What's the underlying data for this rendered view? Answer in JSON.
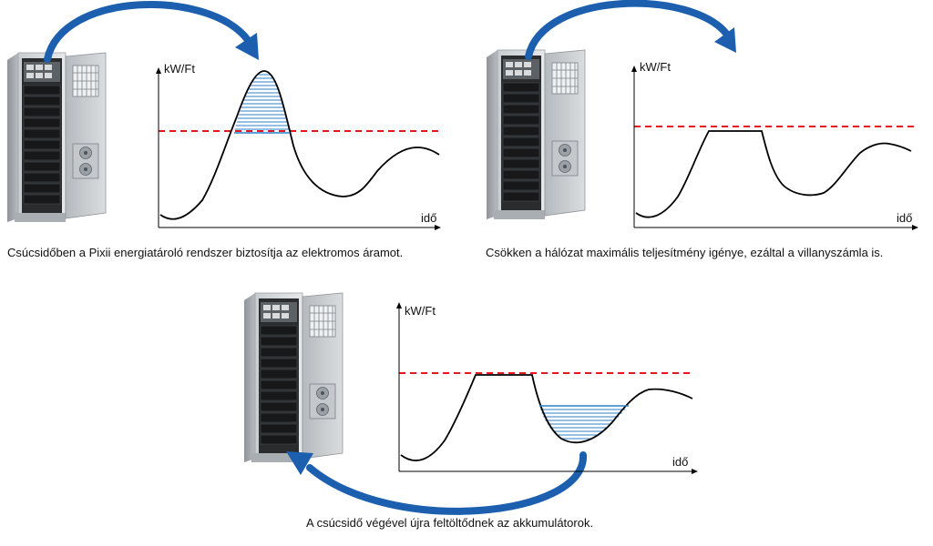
{
  "colors": {
    "limit_line": "#e01b1b",
    "stored_energy": "#2b7fc8",
    "arrow": "#1c5fae",
    "curve": "#000000"
  },
  "icons": {
    "cabinet": "battery-cabinet-icon",
    "arrow": "curved-arrow-icon"
  },
  "panels": [
    {
      "y_axis_label": "kW/Ft",
      "x_axis_label": "idő",
      "caption": "Csúcsidőben a Pixii energiatároló rendszer biztosítja az elektromos áramot."
    },
    {
      "y_axis_label": "kW/Ft",
      "x_axis_label": "idő",
      "caption": "Csökken a hálózat maximális teljesítmény igénye, ezáltal a villanyszámla is."
    },
    {
      "y_axis_label": "kW/Ft",
      "x_axis_label": "idő",
      "caption": "A csúcsidő végével újra feltöltődnek az akkumulátorok."
    }
  ]
}
